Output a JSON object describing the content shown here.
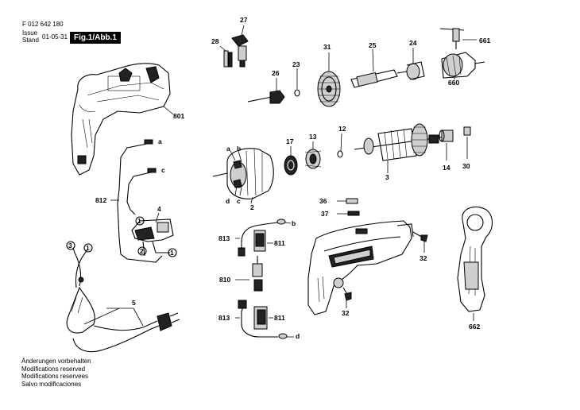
{
  "header": {
    "doc_number": "F 012 642 180",
    "issue_label": "Issue",
    "stand_label": "Stand",
    "issue_date": "01-05-31",
    "figure_label": "Fig.1/Abb.1"
  },
  "footer": {
    "lines": [
      "Änderungen vorbehalten",
      "Modifications reserved",
      "Modifications reservees",
      "Salvo modificaciones"
    ]
  },
  "callouts": {
    "p27": "27",
    "p28": "28",
    "p26": "26",
    "p23": "23",
    "p31": "31",
    "p25": "25",
    "p24": "24",
    "p661": "661",
    "p660": "660",
    "p801": "801",
    "a1": "a",
    "c1": "c",
    "p812": "812",
    "p4": "4",
    "circ1a": "1",
    "circ2": "2",
    "circ1b": "1",
    "circ3": "3",
    "circ1c": "1",
    "p5": "5",
    "a2": "a",
    "b2": "b",
    "c2": "c",
    "d2": "d",
    "p2": "2",
    "p17": "17",
    "p13": "13",
    "p12": "12",
    "p3": "3",
    "p14": "14",
    "p30": "30",
    "b3": "b",
    "p813a": "813",
    "p811a": "811",
    "p810": "810",
    "p813b": "813",
    "p811b": "811",
    "d3": "d",
    "p36": "36",
    "p37": "37",
    "p32a": "32",
    "p32b": "32",
    "p662": "662"
  }
}
